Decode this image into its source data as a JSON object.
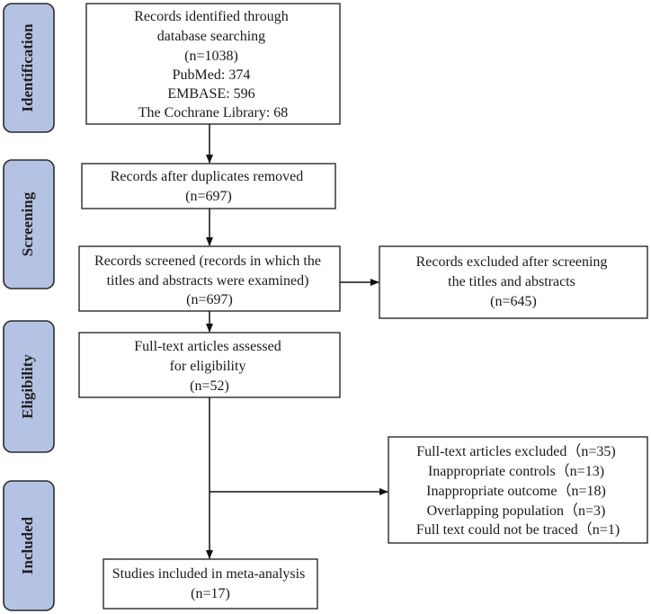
{
  "stages": [
    {
      "id": "identification",
      "label": "Identification"
    },
    {
      "id": "screening",
      "label": "Screening"
    },
    {
      "id": "eligibility",
      "label": "Eligibility"
    },
    {
      "id": "included",
      "label": "Included"
    }
  ],
  "boxes": {
    "identified": {
      "lines": [
        "Records identified through",
        "database searching",
        "(n=1038)",
        "PubMed: 374",
        "EMBASE: 596",
        "The Cochrane Library: 68"
      ]
    },
    "duplicates_removed": {
      "lines": [
        "Records after duplicates removed",
        "(n=697)"
      ]
    },
    "screened": {
      "lines": [
        "Records screened (records in which the",
        "titles and abstracts were examined)",
        "(n=697)"
      ]
    },
    "excluded_screening": {
      "lines": [
        "Records excluded after screening",
        "the titles and abstracts",
        "(n=645)"
      ]
    },
    "fulltext_assessed": {
      "lines": [
        "Full-text articles assessed",
        "for eligibility",
        "(n=52)"
      ]
    },
    "fulltext_excluded": {
      "lines": [
        "Full-text articles excluded（n=35)",
        "Inappropriate controls（n=13)",
        "Inappropriate outcome（n=18)",
        "Overlapping population（n=3)",
        "Full text could not be traced（n=1)"
      ]
    },
    "included_studies": {
      "lines": [
        "Studies included in meta-analysis",
        "(n=17)"
      ]
    }
  }
}
